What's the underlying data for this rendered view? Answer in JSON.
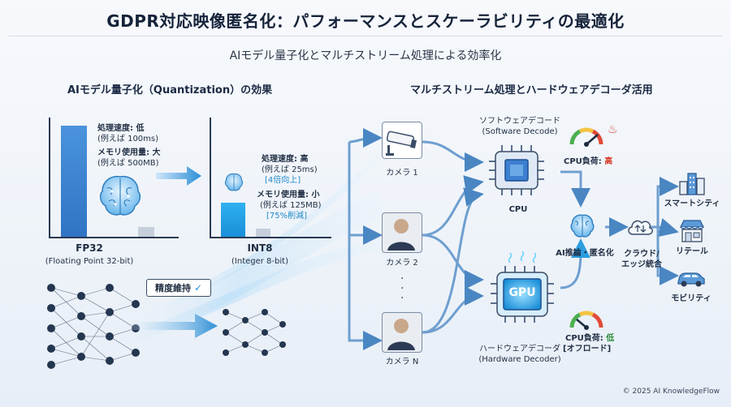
{
  "header": {
    "title": "GDPR対応映像匿名化：パフォーマンスとスケーラビリティの最適化",
    "subtitle": "AIモデル量子化とマルチストリーム処理による効率化"
  },
  "left_section": {
    "title": "AIモデル量子化（Quantization）の効果",
    "fp32": {
      "speed_label": "処理速度: 低",
      "speed_example": "(例えば 100ms)",
      "memory_label": "メモリ使用量: 大",
      "memory_example": "(例えば 500MB)",
      "name": "FP32",
      "desc": "(Floating Point 32-bit)"
    },
    "int8": {
      "speed_label": "処理速度: 高",
      "speed_example": "(例えば 25ms)",
      "speed_gain": "[4倍向上]",
      "memory_label": "メモリ使用量: 小",
      "memory_example": "(例えば 125MB)",
      "memory_gain": "[75%削減]",
      "name": "INT8",
      "desc": "(Integer 8-bit)"
    },
    "accuracy_badge": "精度維持"
  },
  "right_section": {
    "title": "マルチストリーム処理とハードウェアデコーダ活用",
    "cameras": [
      "カメラ 1",
      "カメラ 2",
      "カメラ N"
    ],
    "software": {
      "label": "ソフトウェアデコード",
      "sub": "(Software Decode)",
      "chip": "CPU",
      "load_label": "CPU負荷: ",
      "load_value": "高"
    },
    "hardware": {
      "label": "ハードウェアデコーダ",
      "sub": "(Hardware Decoder)",
      "chip": "GPU",
      "load_label": "CPU負荷: ",
      "load_value": "低",
      "load_note": "[オフロード]"
    },
    "ai_label": "AI推論・匿名化",
    "cloud_label_1": "クラウド/",
    "cloud_label_2": "エッジ統合",
    "outputs": [
      "スマートシティ",
      "リテール",
      "モビリティ"
    ]
  },
  "footer": {
    "copyright": "© 2025 AI KnowledgeFlow"
  },
  "colors": {
    "accent": "#1e88c8",
    "high": "#d83a2a",
    "low": "#2e8b3d",
    "navy": "#15233a"
  }
}
